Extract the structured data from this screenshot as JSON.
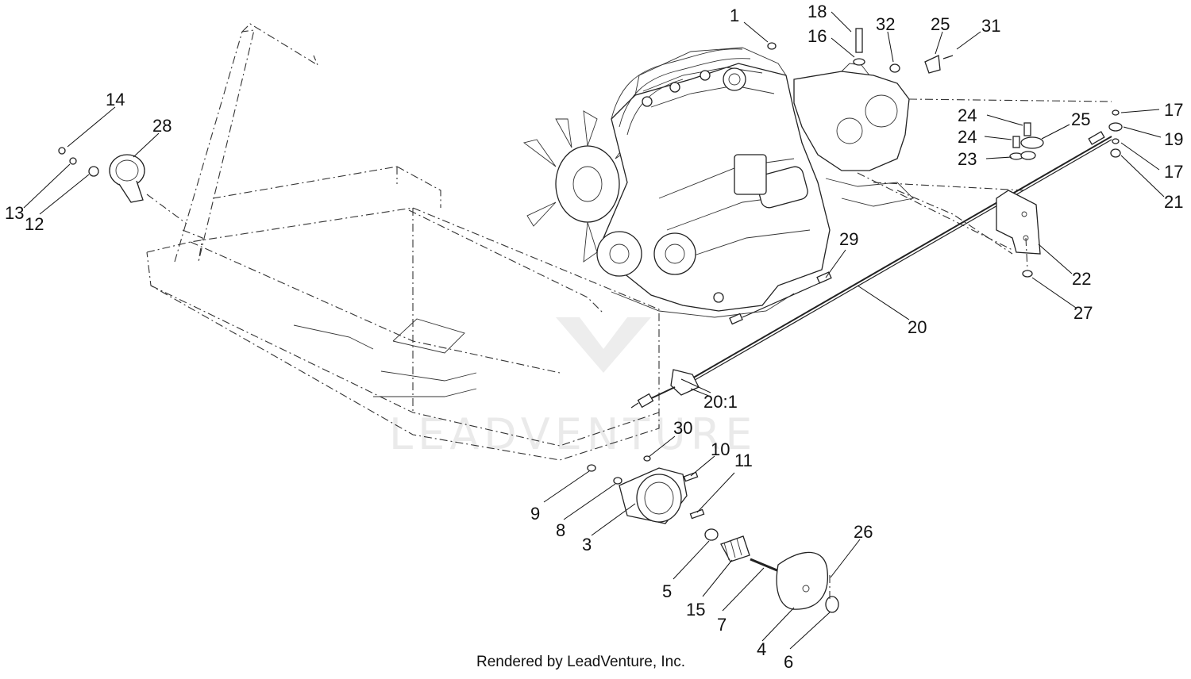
{
  "footer": {
    "credit": "Rendered by LeadVenture, Inc."
  },
  "watermark": {
    "text": "LEADVENTURE"
  },
  "callouts": [
    {
      "id": "1",
      "label": "1"
    },
    {
      "id": "18",
      "label": "18"
    },
    {
      "id": "16",
      "label": "16"
    },
    {
      "id": "32",
      "label": "32"
    },
    {
      "id": "25a",
      "label": "25"
    },
    {
      "id": "31",
      "label": "31"
    },
    {
      "id": "14",
      "label": "14"
    },
    {
      "id": "28",
      "label": "28"
    },
    {
      "id": "13",
      "label": "13"
    },
    {
      "id": "12",
      "label": "12"
    },
    {
      "id": "24a",
      "label": "24"
    },
    {
      "id": "24b",
      "label": "24"
    },
    {
      "id": "25b",
      "label": "25"
    },
    {
      "id": "23",
      "label": "23"
    },
    {
      "id": "17a",
      "label": "17"
    },
    {
      "id": "19",
      "label": "19"
    },
    {
      "id": "17b",
      "label": "17"
    },
    {
      "id": "21",
      "label": "21"
    },
    {
      "id": "22",
      "label": "22"
    },
    {
      "id": "27",
      "label": "27"
    },
    {
      "id": "29",
      "label": "29"
    },
    {
      "id": "20",
      "label": "20"
    },
    {
      "id": "20-1",
      "label": "20:1"
    },
    {
      "id": "30",
      "label": "30"
    },
    {
      "id": "10",
      "label": "10"
    },
    {
      "id": "11",
      "label": "11"
    },
    {
      "id": "9",
      "label": "9"
    },
    {
      "id": "8",
      "label": "8"
    },
    {
      "id": "3",
      "label": "3"
    },
    {
      "id": "26",
      "label": "26"
    },
    {
      "id": "5",
      "label": "5"
    },
    {
      "id": "15",
      "label": "15"
    },
    {
      "id": "7",
      "label": "7"
    },
    {
      "id": "4",
      "label": "4"
    },
    {
      "id": "6",
      "label": "6"
    }
  ]
}
